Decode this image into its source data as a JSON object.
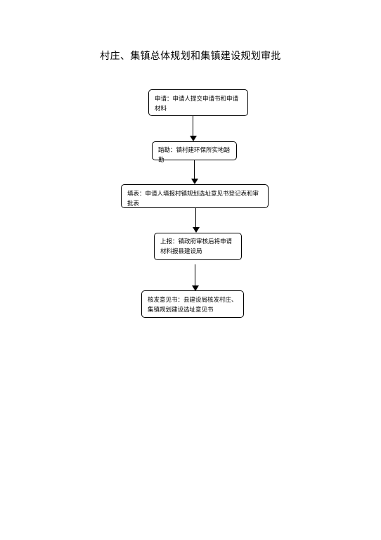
{
  "document": {
    "title": "村庄、集镇总体规划和集镇建设规划审批"
  },
  "steps": [
    {
      "text": "申请：申请人提交申请书和申请材料"
    },
    {
      "text": "踏勘：镇村建环保所实地踏勘"
    },
    {
      "text": "填表：申请人填报村镇规划选址意见书登记表和审批表"
    },
    {
      "text": "上报：镇政府审核后将申请材料报县建设局"
    },
    {
      "text": "核发意见书：县建设局核发村庄、集镇规划建设选址意见书"
    }
  ]
}
